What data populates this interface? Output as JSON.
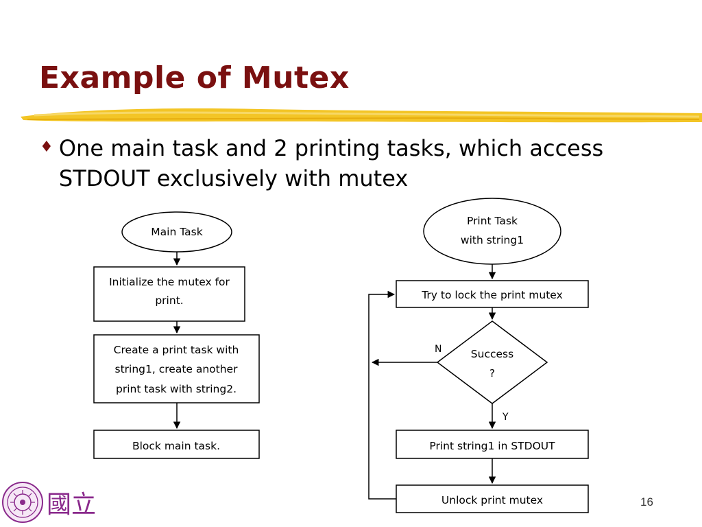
{
  "slide": {
    "title": "Example of Mutex",
    "bullet_text": "One main task and 2 printing tasks, which access STDOUT exclusively with mutex",
    "page_number": "16",
    "logo_text": "國立"
  },
  "left_flow": {
    "start": "Main Task",
    "init_line1": "Initialize the mutex for",
    "init_line2": "print.",
    "create_line1": "Create a print task with",
    "create_line2": "string1, create another",
    "create_line3": "print task with string2.",
    "block": "Block main task."
  },
  "right_flow": {
    "start_line1": "Print Task",
    "start_line2": "with string1",
    "try_lock": "Try to lock the print mutex",
    "decision_line1": "Success",
    "decision_line2": "?",
    "no_label": "N",
    "yes_label": "Y",
    "print": "Print string1 in STDOUT",
    "unlock": "Unlock print mutex"
  },
  "colors": {
    "title": "#7a1010",
    "underline": "#f2c21a",
    "bullet": "#7a1010",
    "logo": "#8a2a8c"
  },
  "icons": {
    "bullet": "diamond-bullet-icon",
    "logo": "university-seal-icon"
  }
}
